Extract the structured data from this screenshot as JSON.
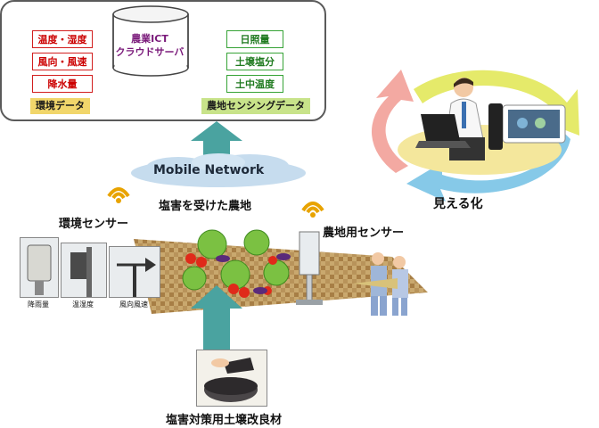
{
  "server": {
    "label_line1": "農業ICT",
    "label_line2": "クラウドサーバ"
  },
  "environment_data": {
    "items": [
      "温度・湿度",
      "風向・風速",
      "降水量"
    ],
    "caption": "環境データ"
  },
  "farm_sensing_data": {
    "items": [
      "日照量",
      "土壌塩分",
      "土中温度"
    ],
    "caption": "農地センシングデータ"
  },
  "network": {
    "label": "Mobile Network"
  },
  "visualization": {
    "label": "見える化"
  },
  "farm": {
    "label": "塩害を受けた農地"
  },
  "env_sensor": {
    "title": "環境センサー",
    "devices": [
      "降雨量",
      "温湿度",
      "風向風速"
    ]
  },
  "farm_sensor": {
    "title": "農地用センサー"
  },
  "soil_material": {
    "label": "塩害対策用土壌改良材"
  },
  "colors": {
    "arrow": "#4aa3a0",
    "red_tag": "#d21f1f",
    "green_tag": "#36a336",
    "env_caption_bg": "#f1d66b",
    "farm_caption_bg": "#c8e38a"
  }
}
